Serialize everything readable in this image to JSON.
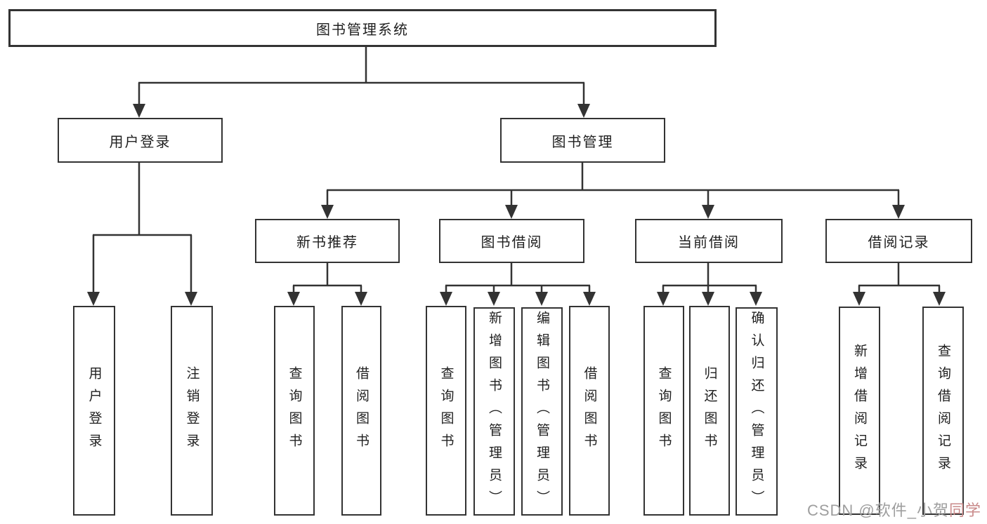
{
  "colors": {
    "line": "#333333",
    "box_border": "#333333",
    "box_fill": "#ffffff",
    "text": "#1f1f1f",
    "watermark_gray": "#9e9e9e",
    "watermark_red": "#c98a8a"
  },
  "diagram": {
    "root": {
      "label": "图书管理系统"
    },
    "branches": [
      {
        "label": "用户登录",
        "children": [
          {
            "label": "用户登录"
          },
          {
            "label": "注销登录"
          }
        ]
      },
      {
        "label": "图书管理",
        "children": [
          {
            "label": "新书推荐",
            "children": [
              {
                "label": "查询图书"
              },
              {
                "label": "借阅图书"
              }
            ]
          },
          {
            "label": "图书借阅",
            "children": [
              {
                "label": "查询图书"
              },
              {
                "label": "新增图书（管理员）"
              },
              {
                "label": "编辑图书（管理员）"
              },
              {
                "label": "借阅图书"
              }
            ]
          },
          {
            "label": "当前借阅",
            "children": [
              {
                "label": "查询图书"
              },
              {
                "label": "归还图书"
              },
              {
                "label": "确认归还（管理员）"
              }
            ]
          },
          {
            "label": "借阅记录",
            "children": [
              {
                "label": "新增借阅记录"
              },
              {
                "label": "查询借阅记录"
              }
            ]
          }
        ]
      }
    ]
  },
  "watermark": {
    "prefix": "CSDN @软件_小贺",
    "suffix": "同学"
  }
}
